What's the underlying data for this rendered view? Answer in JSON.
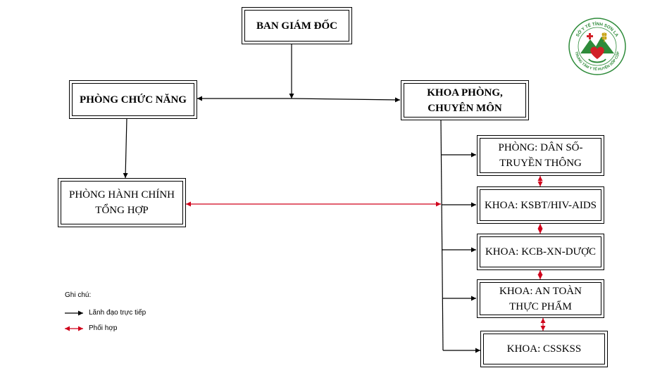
{
  "nodes": {
    "board": "BAN GIÁM ĐỐC",
    "functional": "PHÒNG CHỨC NĂNG",
    "specialized": [
      "KHOA PHÒNG,",
      "CHUYÊN MÔN"
    ],
    "admin": [
      "PHÒNG HÀNH CHÍNH",
      "TỔNG HỢP"
    ],
    "population": [
      "PHÒNG: DÂN SỐ-",
      "TRUYỀN THÔNG"
    ],
    "ksbt": "KHOA: KSBT/HIV-AIDS",
    "kcb": "KHOA: KCB-XN-DƯỢC",
    "food_safety": [
      "KHOA: AN TOÀN",
      "THỰC PHẨM"
    ],
    "csskss": "KHOA: CSSKSS"
  },
  "legend": {
    "title": "Ghi chú:",
    "direct": "Lãnh đạo trực tiếp",
    "coordinate": "Phối hợp"
  },
  "logo": {
    "top_text": "SỞ Y TẾ TỈNH SƠN LA",
    "bottom_text": "TRUNG TÂM Y TẾ HUYỆN SỐP CỘP"
  },
  "colors": {
    "direct_line": "#000000",
    "coordinate_line": "#d0021b",
    "logo_green": "#2e8b3a",
    "logo_red": "#d21f26"
  }
}
